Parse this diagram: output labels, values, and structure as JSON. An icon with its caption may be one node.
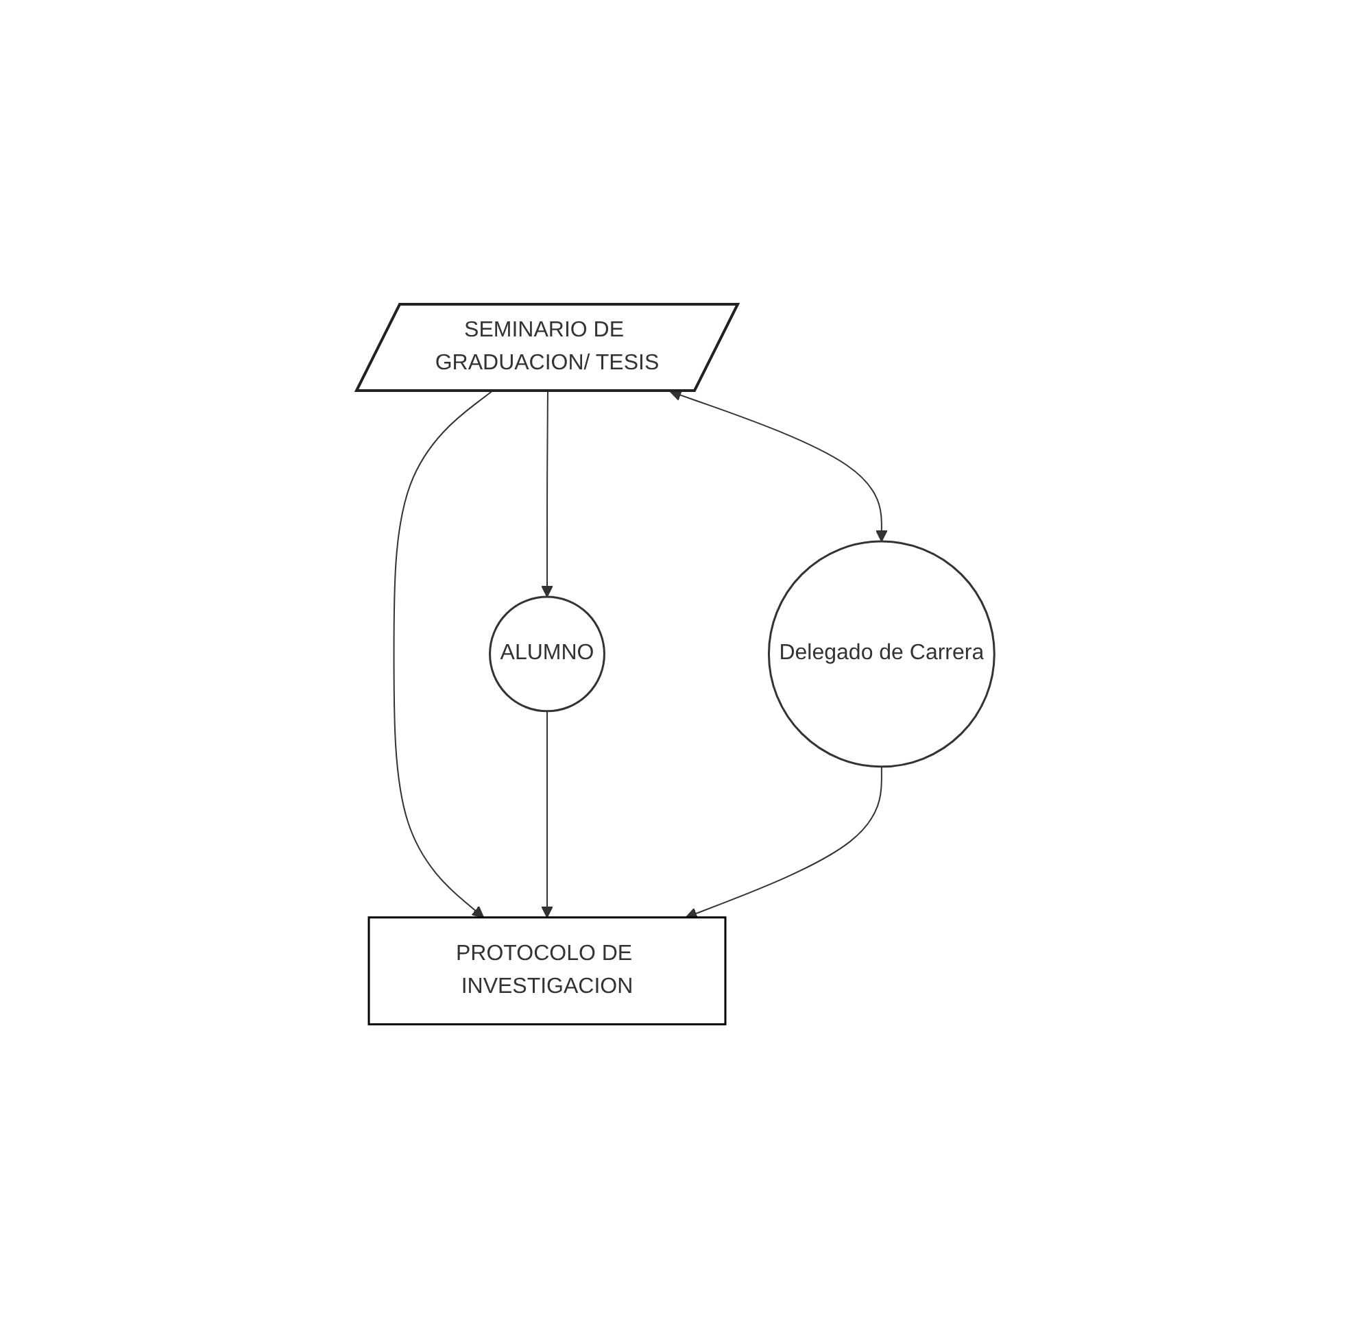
{
  "diagram": {
    "nodes": [
      {
        "text": [
          "SEMINARIO DE GRADUACION/ TESIS"
        ]
      },
      {
        "text": [
          "ALUMNO"
        ]
      },
      {
        "text": [
          "Delegado de Carrera"
        ]
      },
      {
        "text": [
          "PROTOCOLO DE INVESTIGACION"
        ]
      }
    ],
    "edges": [
      {
        "from": 0,
        "to": 1,
        "arrow": "to"
      },
      {
        "from": 0,
        "to": 3,
        "arrow": "to"
      },
      {
        "from": 1,
        "to": 3,
        "arrow": "to"
      },
      {
        "from": 0,
        "to": 2,
        "arrow": "both"
      },
      {
        "from": 2,
        "to": 3,
        "arrow": "to"
      }
    ]
  }
}
